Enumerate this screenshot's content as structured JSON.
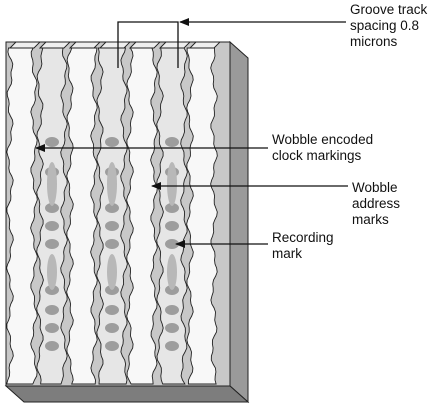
{
  "labels": {
    "groove_track": [
      "Groove track",
      "spacing 0.8",
      "microns"
    ],
    "wobble_clock": [
      "Wobble encoded",
      "clock markings"
    ],
    "wobble_address": [
      "Wobble",
      "address",
      "marks"
    ],
    "recording_mark": [
      "Recording",
      "mark"
    ]
  },
  "colors": {
    "substrate_side": "#9a9a9a",
    "substrate_top": "#c8c8c8",
    "track": "#e6e6e6",
    "land": "#f8f8f8",
    "mark": "#9d9d9d",
    "address_mark": "#b8b8b8",
    "outline": "#222222"
  }
}
